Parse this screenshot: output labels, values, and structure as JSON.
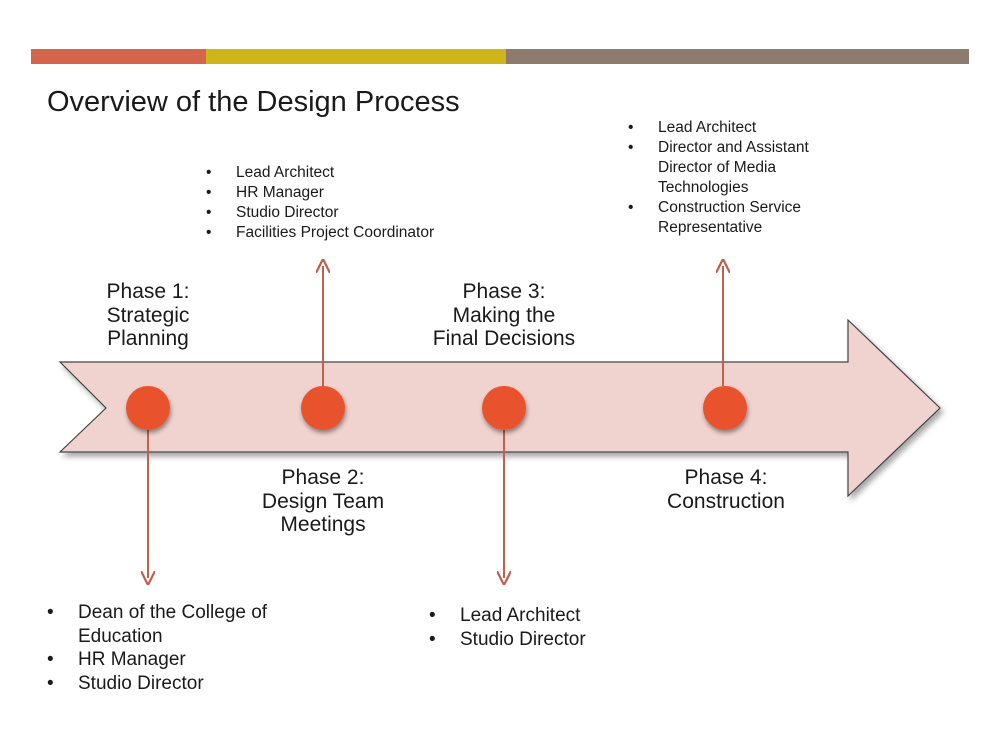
{
  "title": "Overview of the Design Process",
  "accent_colors": [
    "#d4654b",
    "#cdb51a",
    "#8d7b6f"
  ],
  "colors": {
    "arrow_fill": "#f0d2cf",
    "node": "#e8522f",
    "connector": "#c0604e"
  },
  "phases": [
    {
      "lines": [
        "Phase 1:",
        "Strategic",
        "Planning"
      ]
    },
    {
      "lines": [
        "Phase 2:",
        "Design Team",
        "Meetings"
      ]
    },
    {
      "lines": [
        "Phase 3:",
        "Making the",
        "Final Decisions"
      ]
    },
    {
      "lines": [
        "Phase 4:",
        "Construction"
      ]
    }
  ],
  "roles": {
    "phase1": [
      "Dean of the College of Education",
      "HR Manager",
      "Studio Director"
    ],
    "phase2": [
      "Lead Architect",
      "HR Manager",
      "Studio Director",
      "Facilities Project Coordinator"
    ],
    "phase3": [
      "Lead Architect",
      "Studio Director"
    ],
    "phase4": [
      "Lead Architect",
      "Director and Assistant Director of Media Technologies",
      "Construction Service Representative"
    ]
  }
}
